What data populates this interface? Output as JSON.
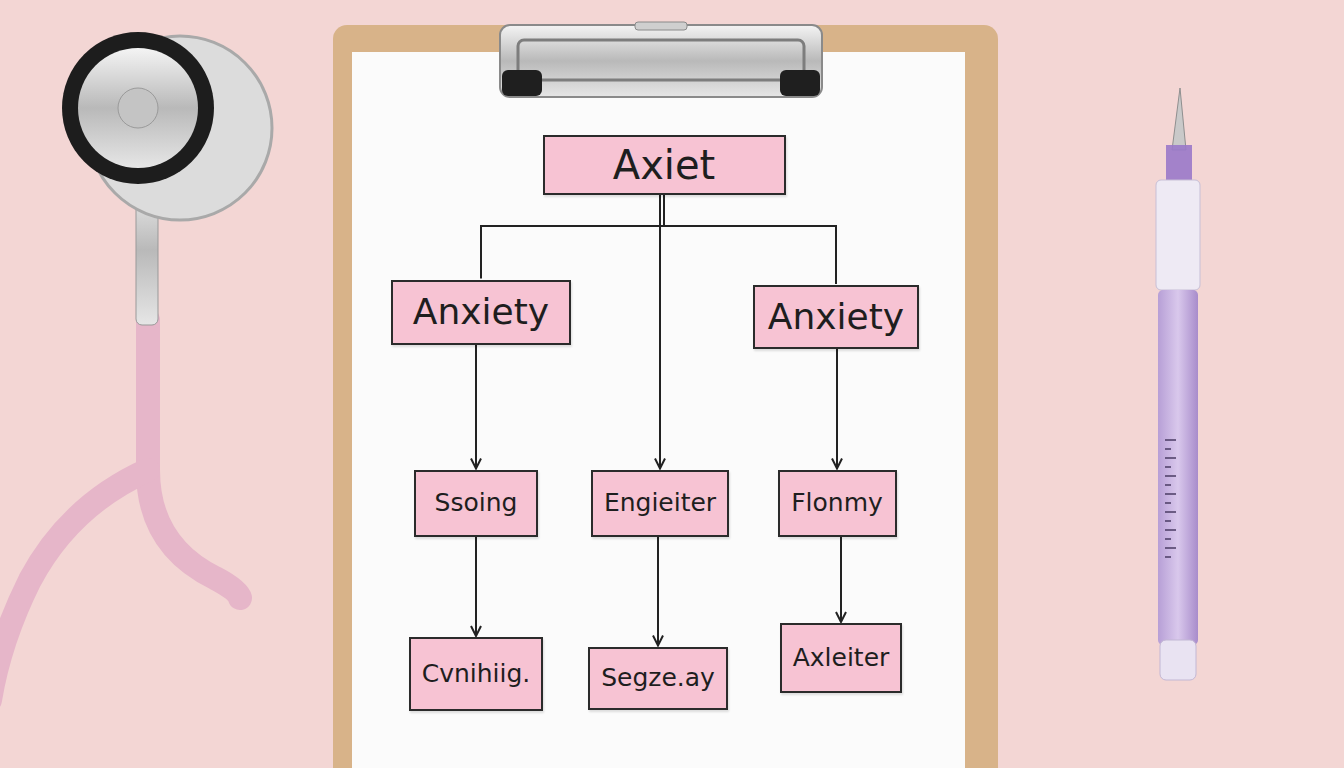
{
  "diagram": {
    "nodes": [
      {
        "text": [
          "Axiet"
        ]
      },
      {
        "text": [
          "Anxiety"
        ]
      },
      {
        "text": [
          "Anxiety"
        ]
      },
      {
        "text": [
          "Ssoing"
        ]
      },
      {
        "text": [
          "Engieiter"
        ]
      },
      {
        "text": [
          "Flonmy"
        ]
      },
      {
        "text": [
          "Cvnihiig."
        ]
      },
      {
        "text": [
          "Segze.ay"
        ]
      },
      {
        "text": [
          "Axleiter"
        ]
      }
    ],
    "edges": [
      {
        "from": 0,
        "to": 1,
        "arrow": "none"
      },
      {
        "from": 0,
        "to": 2,
        "arrow": "none"
      },
      {
        "from": 0,
        "to": 4,
        "arrow": "to"
      },
      {
        "from": 1,
        "to": 3,
        "arrow": "to"
      },
      {
        "from": 2,
        "to": 5,
        "arrow": "to"
      },
      {
        "from": 3,
        "to": 6,
        "arrow": "to"
      },
      {
        "from": 4,
        "to": 7,
        "arrow": "to"
      },
      {
        "from": 5,
        "to": 8,
        "arrow": "to"
      }
    ]
  }
}
